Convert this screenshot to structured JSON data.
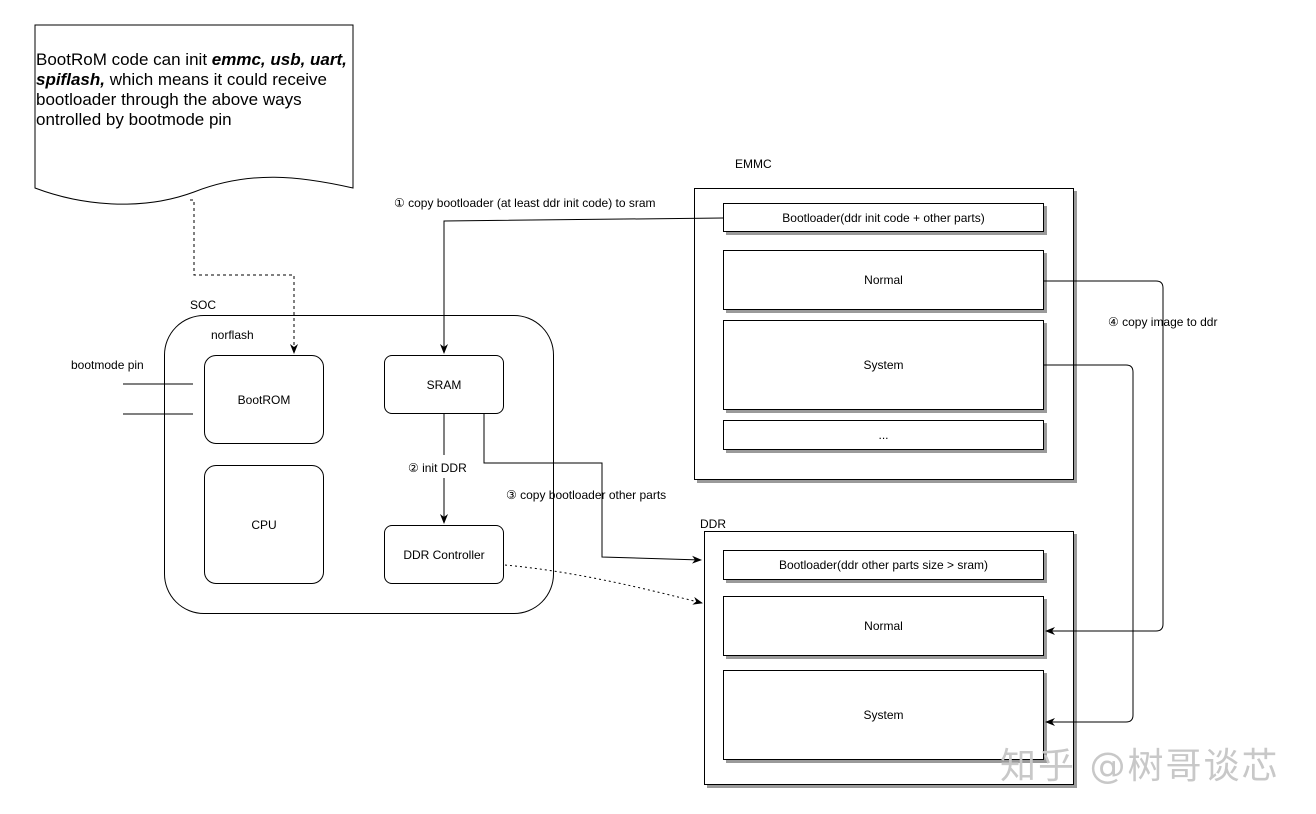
{
  "note": {
    "part1": "BootRoM code can init ",
    "bold": "emmc, usb, uart, spiflash,",
    "part2": " which means it could receive bootloader through the above ways ontrolled by bootmode pin"
  },
  "soc": {
    "title": "SOC",
    "norflash_label": "norflash",
    "bootrom": "BootROM",
    "cpu": "CPU",
    "sram": "SRAM",
    "ddr_controller": "DDR Controller"
  },
  "bootmode_pin": "bootmode pin",
  "emmc": {
    "title": "EMMC",
    "bootloader": "Bootloader(ddr init code + other parts)",
    "normal": "Normal",
    "system": "System",
    "more": "..."
  },
  "ddr": {
    "title": "DDR",
    "bootloader": "Bootloader(ddr other parts size > sram)",
    "normal": "Normal",
    "system": "System"
  },
  "steps": {
    "step1": "① copy bootloader (at least ddr init code) to sram",
    "step2": "② init DDR",
    "step3": "③ copy bootloader other parts",
    "step4": "④ copy image to ddr"
  },
  "watermark": "知乎 @树哥谈芯"
}
